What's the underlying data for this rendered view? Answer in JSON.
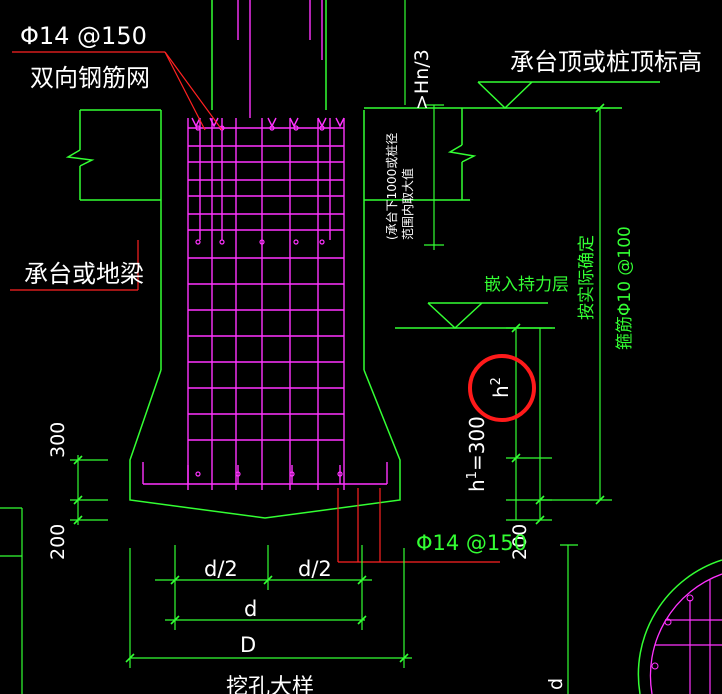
{
  "labels": {
    "rebar_spec_top": "Φ14 @150",
    "rebar_mesh_label": "双向钢筋网",
    "cap_or_beam": "承台或地梁",
    "cap_top_elevation": "承台顶或桩顶标高",
    "hn_third": ">Hn/3",
    "cap_note": "(承台下1000或桩径",
    "cap_note_2": "范围内取大值",
    "embed_layer": "嵌入持力层",
    "practical_determine": "按实际确定",
    "stirrup_spec": "箍筋Φ10 @100",
    "h2": "h",
    "h2_sub": "2",
    "h1_300": "h",
    "h1_sub": "1",
    "h1_value": "=300",
    "dim_300": "300",
    "dim_200_left": "200",
    "dim_200_right": "200",
    "rebar_spec_bottom": "Φ14 @150",
    "d_half_left": "d/2",
    "d_half_right": "d/2",
    "d": "d",
    "D": "D",
    "pile_caption": "挖孔大样",
    "d_right": "d"
  },
  "colors": {
    "background": "#000000",
    "rebar": "#ff33ff",
    "outline": "#33ff33",
    "dimension": "#33ff33",
    "leader": "#ff2222",
    "text": "#ffffff",
    "annotation_circle": "#ff1a1a"
  }
}
